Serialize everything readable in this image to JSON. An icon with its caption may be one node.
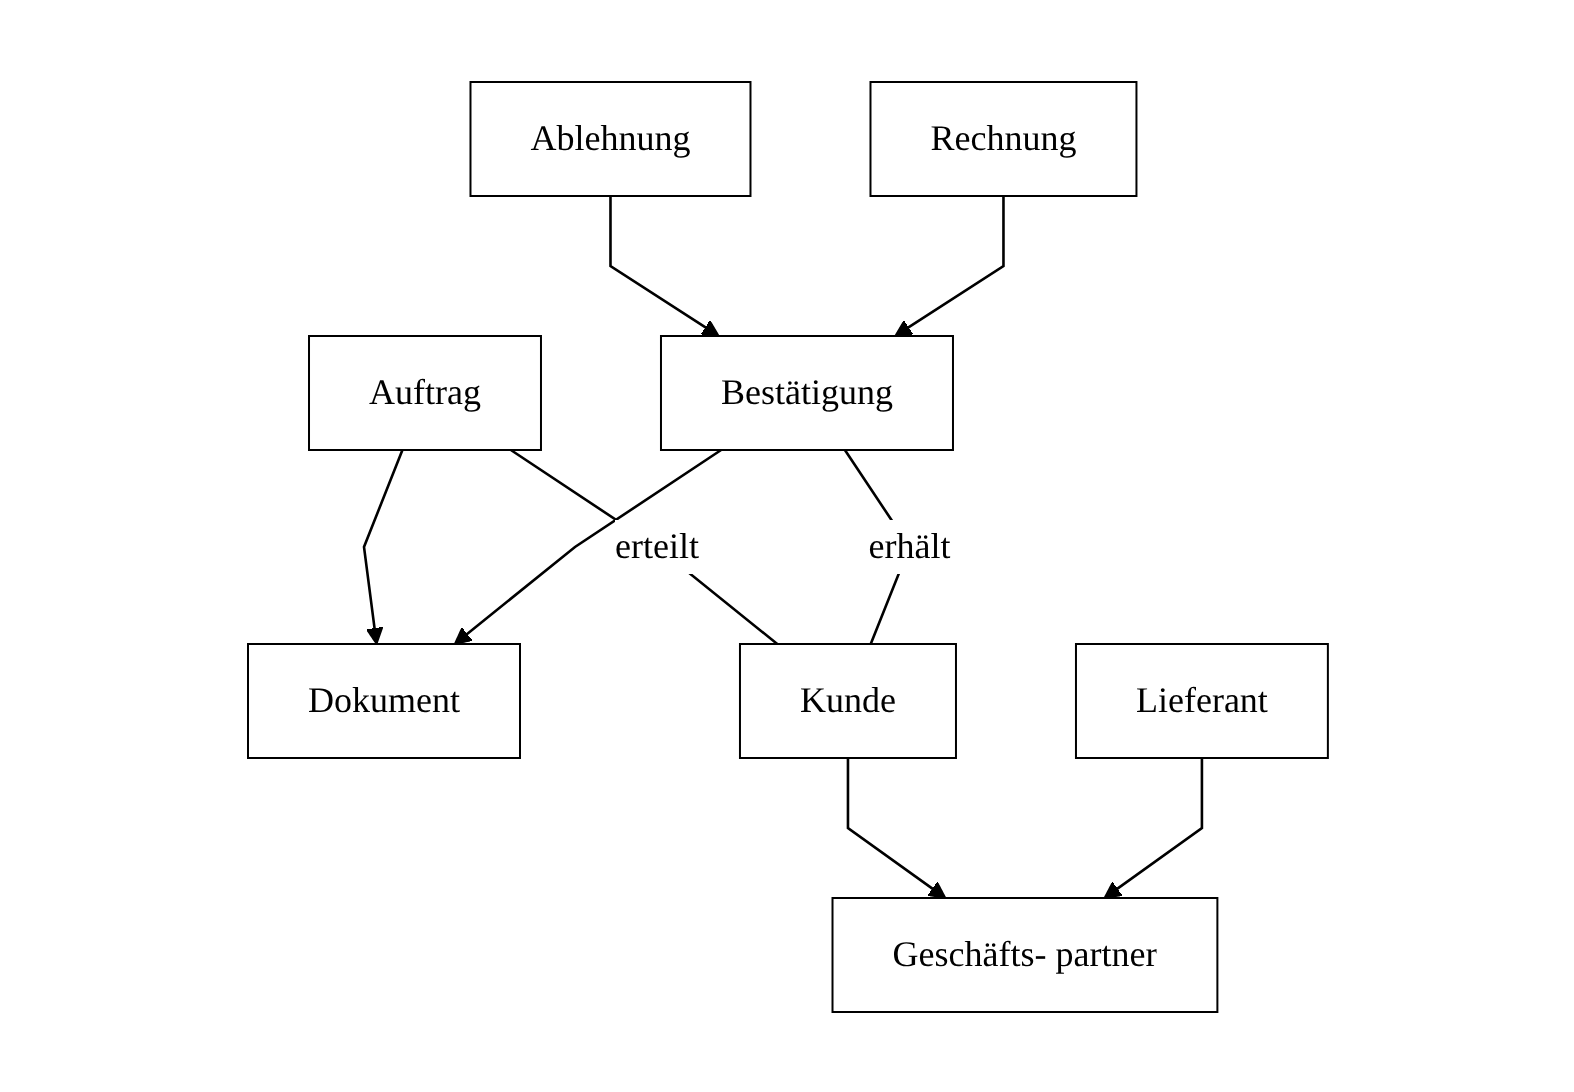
{
  "diagram": {
    "nodes": [
      {
        "text": [
          "Dokument"
        ]
      },
      {
        "text": [
          "Geschäfts- partner"
        ]
      },
      {
        "text": [
          "Auftrag"
        ]
      },
      {
        "text": [
          "Kunde"
        ]
      },
      {
        "text": [
          "Lieferant"
        ]
      },
      {
        "text": [
          "Bestätigung"
        ]
      },
      {
        "text": [
          "Ablehnung"
        ]
      },
      {
        "text": [
          "Rechnung"
        ]
      }
    ],
    "edges": [
      {
        "from": 2,
        "to": 0,
        "arrow": "to"
      },
      {
        "from": 5,
        "to": 0,
        "arrow": "to"
      },
      {
        "from": 3,
        "to": 1,
        "arrow": "to"
      },
      {
        "from": 4,
        "to": 1,
        "arrow": "to"
      },
      {
        "from": 2,
        "to": 3,
        "arrow": "none",
        "label": "erteilt"
      },
      {
        "from": 5,
        "to": 3,
        "arrow": "none",
        "label": "erhält"
      },
      {
        "from": 6,
        "to": 5,
        "arrow": "to"
      },
      {
        "from": 7,
        "to": 5,
        "arrow": "to"
      }
    ]
  }
}
